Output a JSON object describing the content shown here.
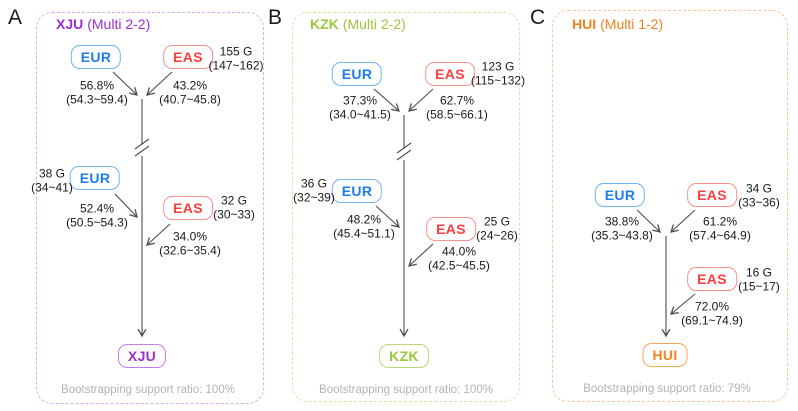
{
  "colors": {
    "eur_text": "#1c7ded",
    "eur_border": "#74b4f1",
    "eas_text": "#fb3d3d",
    "eas_border": "#f9928b",
    "xju_accent": "#9b2fd4",
    "xju_panel_border": "#ddaaec",
    "kzk_accent": "#9cc63d",
    "kzk_panel_border": "#d6e5a0",
    "hui_accent": "#f58220",
    "hui_panel_border": "#f9c693",
    "edge_line": "#4d4d4d",
    "value_text": "#1a1a1a",
    "bootstrap_text": "#b3b3b3"
  },
  "panels": [
    {
      "label": "A",
      "name": "XJU",
      "subtitle": "(Multi 2-2)",
      "target": "XJU",
      "bootstrap": "Bootstrapping support ratio: 100%",
      "top": {
        "left_node": "EUR",
        "right_node": "EAS",
        "right_gen": "155 G",
        "right_gen_ci": "(147~162)",
        "left_pct": "56.8%",
        "left_pct_ci": "(54.3~59.4)",
        "right_pct": "43.2%",
        "right_pct_ci": "(40.7~45.8)"
      },
      "mid_left": {
        "node": "EUR",
        "gen": "38 G",
        "gen_ci": "(34~41)",
        "pct": "52.4%",
        "pct_ci": "(50.5~54.3)"
      },
      "mid_right": {
        "node": "EAS",
        "gen": "32 G",
        "gen_ci": "(30~33)",
        "pct": "34.0%",
        "pct_ci": "(32.6~35.4)"
      }
    },
    {
      "label": "B",
      "name": "KZK",
      "subtitle": "(Multi 2-2)",
      "target": "KZK",
      "bootstrap": "Bootstrapping support ratio: 100%",
      "top": {
        "left_node": "EUR",
        "right_node": "EAS",
        "right_gen": "123 G",
        "right_gen_ci": "(115~132)",
        "left_pct": "37.3%",
        "left_pct_ci": "(34.0~41.5)",
        "right_pct": "62.7%",
        "right_pct_ci": "(58.5~66.1)"
      },
      "mid_left": {
        "node": "EUR",
        "gen": "36 G",
        "gen_ci": "(32~39)",
        "pct": "48.2%",
        "pct_ci": "(45.4~51.1)"
      },
      "mid_right": {
        "node": "EAS",
        "gen": "25 G",
        "gen_ci": "(24~26)",
        "pct": "44.0%",
        "pct_ci": "(42.5~45.5)"
      }
    },
    {
      "label": "C",
      "name": "HUI",
      "subtitle": "(Multi 1-2)",
      "target": "HUI",
      "bootstrap": "Bootstrapping support ratio: 79%",
      "top": {
        "left_node": "EUR",
        "right_node": "EAS",
        "right_gen": "34 G",
        "right_gen_ci": "(33~36)",
        "left_pct": "38.8%",
        "left_pct_ci": "(35.3~43.8)",
        "right_pct": "61.2%",
        "right_pct_ci": "(57.4~64.9)"
      },
      "mid_right": {
        "node": "EAS",
        "gen": "16 G",
        "gen_ci": "(15~17)",
        "pct": "72.0%",
        "pct_ci": "(69.1~74.9)"
      }
    }
  ]
}
